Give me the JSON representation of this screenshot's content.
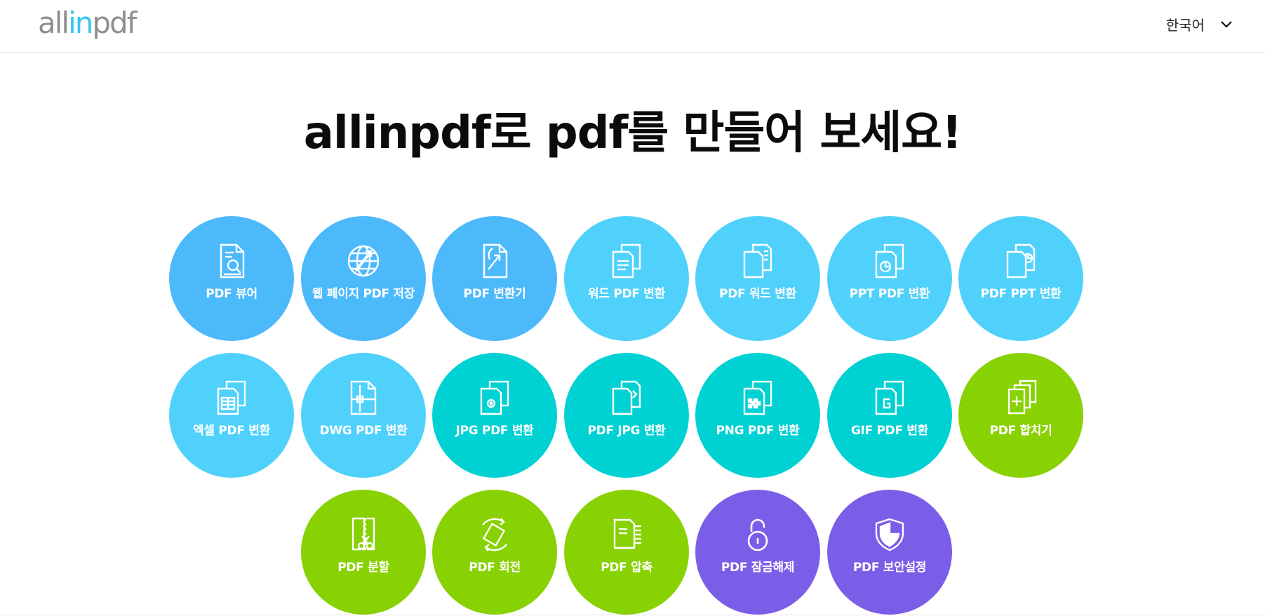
{
  "header": {
    "logo": {
      "part1": "all",
      "part2": "in",
      "part3": "pdf"
    },
    "language": "한국어"
  },
  "headline": "allinpdf로 pdf를 만들어 보세요!",
  "colors": {
    "blue": "#4cb9fb",
    "sky": "#4fd1fb",
    "teal": "#00d1d3",
    "green": "#88d103",
    "purple": "#7a5ee8"
  },
  "tools": [
    {
      "label": "PDF 뷰어",
      "icon": "document-search-icon"
    },
    {
      "label": "웹 페이지 PDF 저장",
      "icon": "globe-icon"
    },
    {
      "label": "PDF 변환기",
      "icon": "document-convert-icon"
    },
    {
      "label": "워드 PDF 변환",
      "icon": "word-document-icon"
    },
    {
      "label": "PDF 워드 변환",
      "icon": "pdf-to-word-icon"
    },
    {
      "label": "PPT PDF 변환",
      "icon": "ppt-document-icon"
    },
    {
      "label": "PDF PPT 변환",
      "icon": "pdf-to-ppt-icon"
    },
    {
      "label": "엑셀 PDF 변환",
      "icon": "excel-document-icon"
    },
    {
      "label": "DWG PDF 변환",
      "icon": "dwg-document-icon"
    },
    {
      "label": "JPG PDF 변환",
      "icon": "jpg-document-icon"
    },
    {
      "label": "PDF JPG 변환",
      "icon": "pdf-to-jpg-icon"
    },
    {
      "label": "PNG PDF 변환",
      "icon": "png-document-icon"
    },
    {
      "label": "GIF PDF 변환",
      "icon": "gif-document-icon"
    },
    {
      "label": "PDF 합치기",
      "icon": "merge-documents-icon"
    },
    {
      "label": "PDF 분할",
      "icon": "split-scissors-icon"
    },
    {
      "label": "PDF 회전",
      "icon": "rotate-icon"
    },
    {
      "label": "PDF 압축",
      "icon": "compress-icon"
    },
    {
      "label": "PDF 잠금해제",
      "icon": "unlock-icon"
    },
    {
      "label": "PDF 보안설정",
      "icon": "shield-icon"
    }
  ]
}
